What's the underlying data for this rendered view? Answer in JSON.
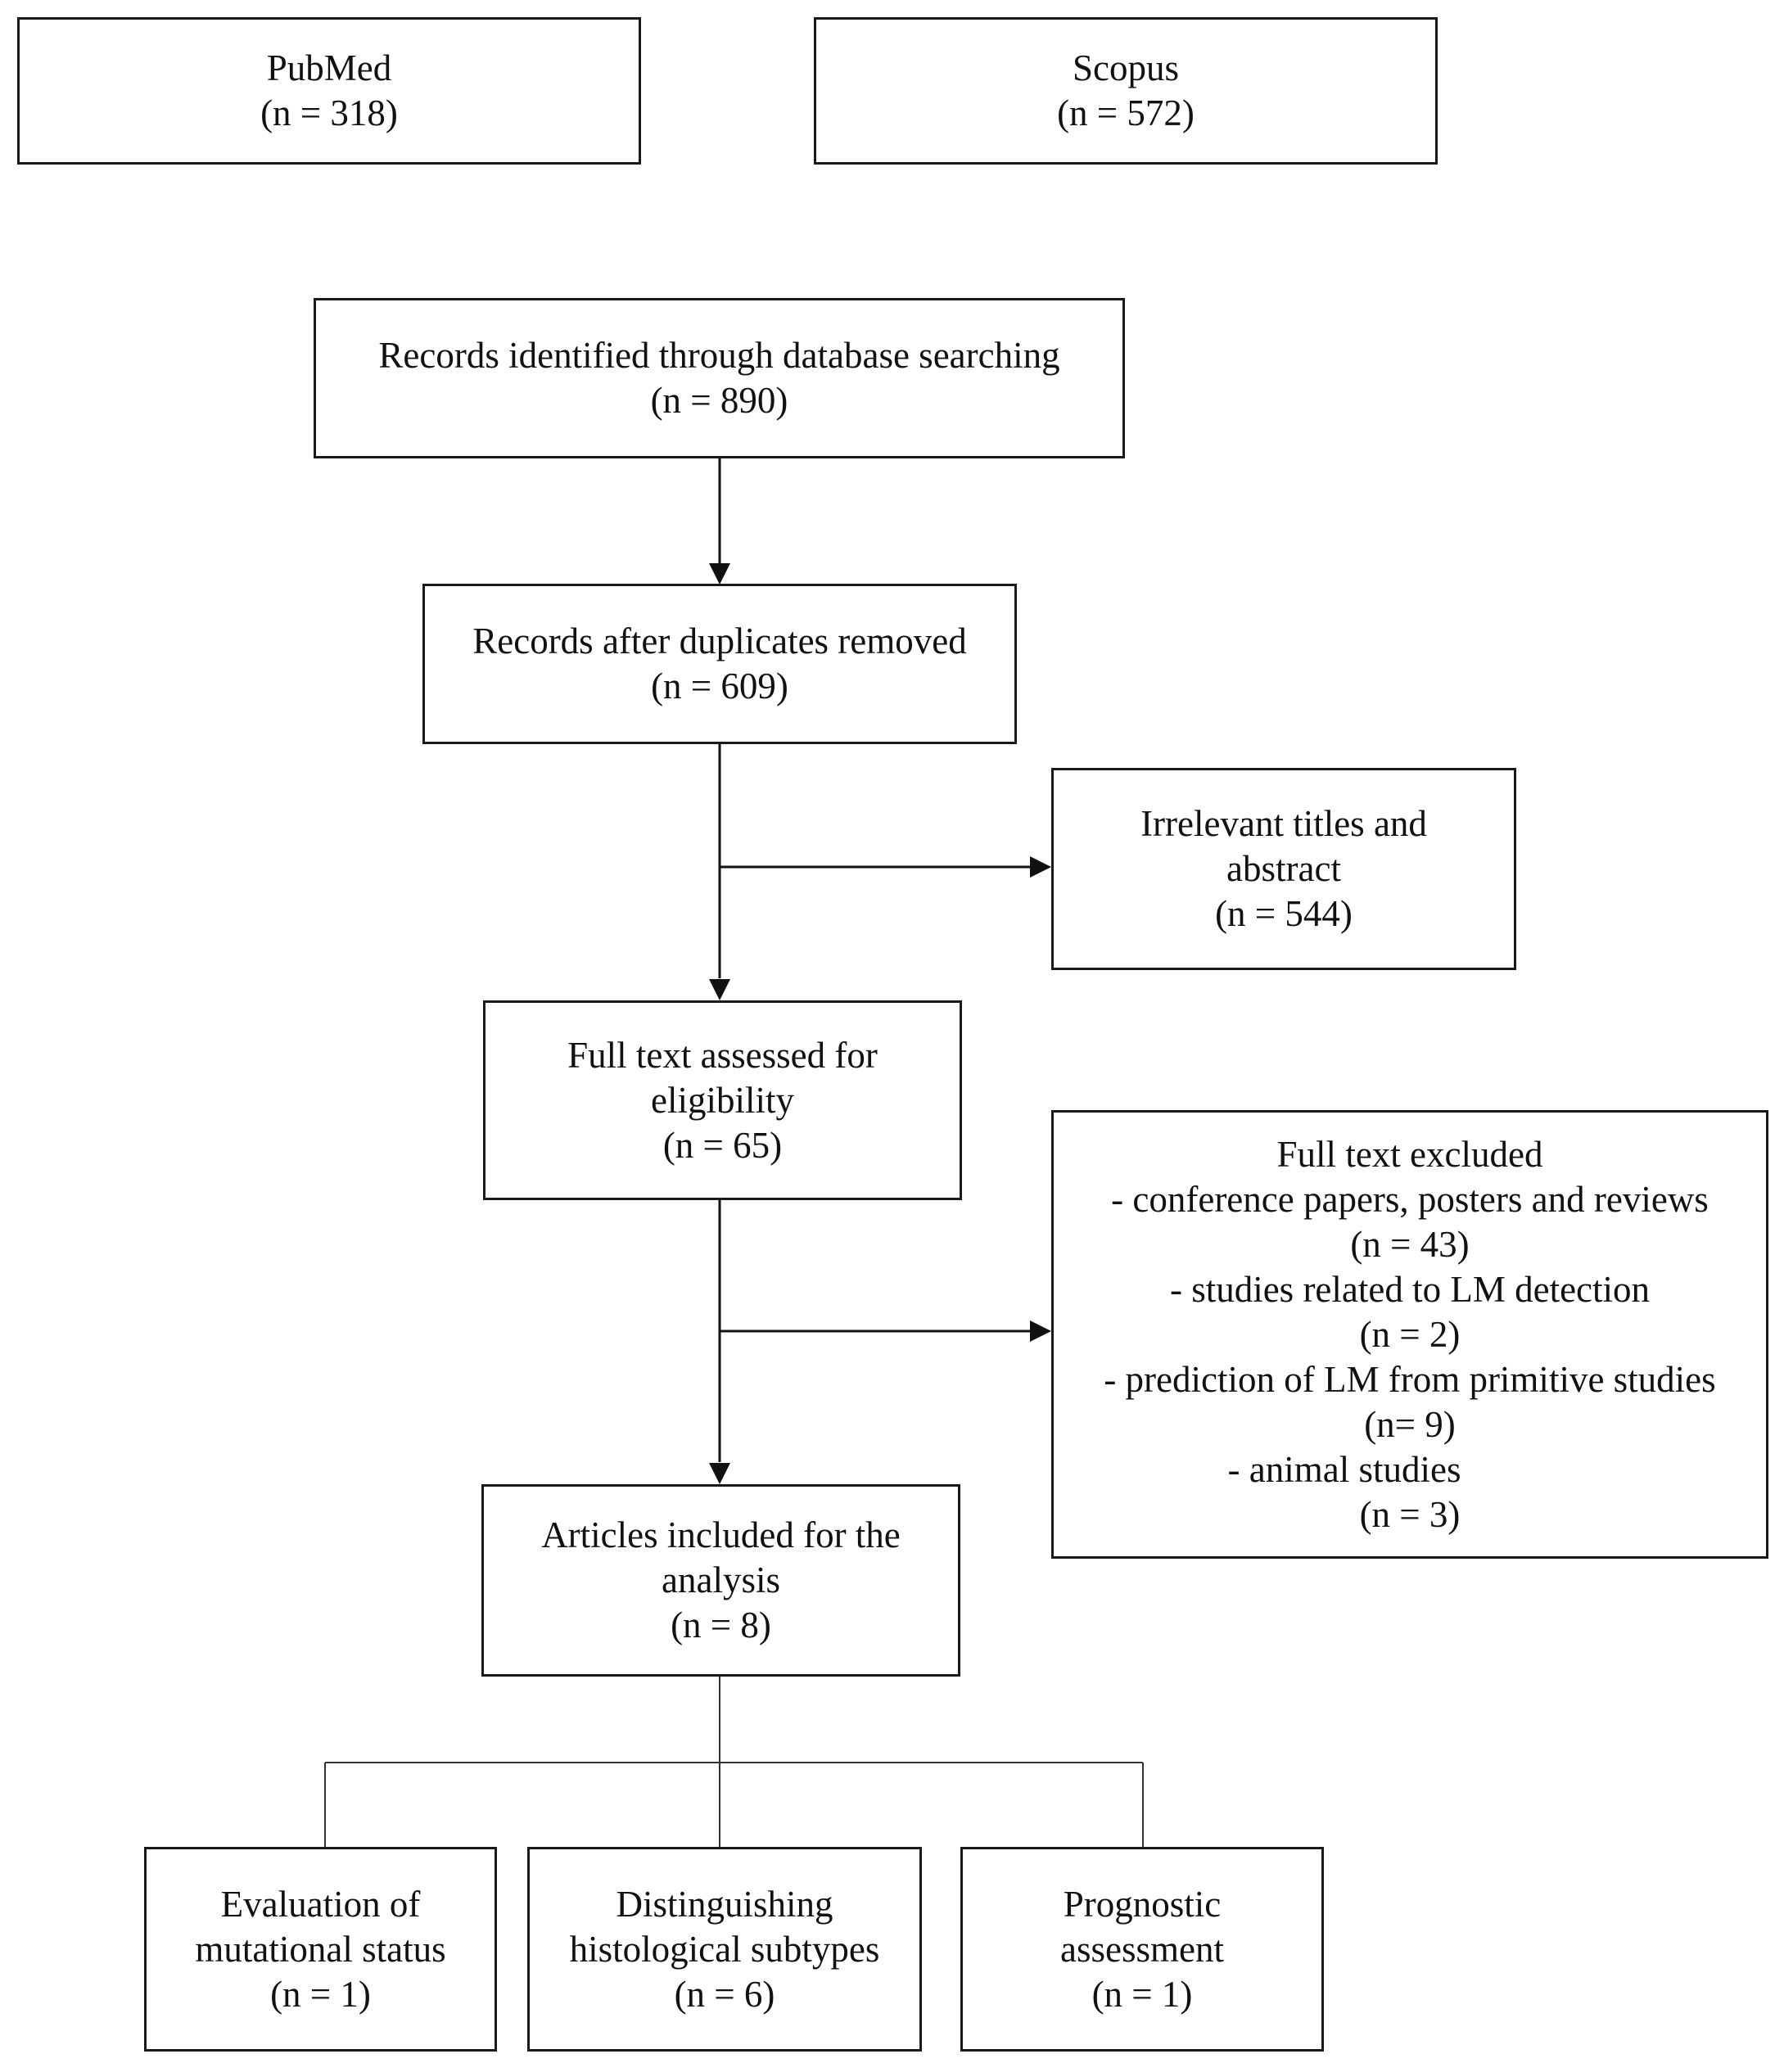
{
  "sources": {
    "pubmed": {
      "title": "PubMed",
      "count": "(n = 318)"
    },
    "scopus": {
      "title": "Scopus",
      "count": "(n = 572)"
    }
  },
  "identified": {
    "line1": "Records identified through database searching",
    "count": "(n = 890)"
  },
  "deduplicated": {
    "line1": "Records after duplicates removed",
    "count": "(n = 609)"
  },
  "irrelevant": {
    "line1": "Irrelevant titles and",
    "line2": "abstract",
    "count": "(n = 544)"
  },
  "fulltext": {
    "line1": "Full text assessed for",
    "line2": "eligibility",
    "count": "(n = 65)"
  },
  "excluded": {
    "title": "Full text excluded",
    "items": [
      {
        "label": "- conference papers, posters and reviews",
        "count": "(n = 43)"
      },
      {
        "label": "- studies related to LM detection",
        "count": "(n = 2)"
      },
      {
        "label": "- prediction of LM from primitive studies",
        "count": "(n= 9)"
      },
      {
        "label": "- animal studies",
        "count": "(n = 3)"
      }
    ]
  },
  "included": {
    "line1": "Articles included for the",
    "line2": "analysis",
    "count": "(n = 8)"
  },
  "outcomes": [
    {
      "line1": "Evaluation of",
      "line2": "mutational status",
      "count": "(n = 1)"
    },
    {
      "line1": "Distinguishing",
      "line2": "histological subtypes",
      "count": "(n = 6)"
    },
    {
      "line1": "Prognostic",
      "line2": "assessment",
      "count": "(n = 1)"
    }
  ]
}
